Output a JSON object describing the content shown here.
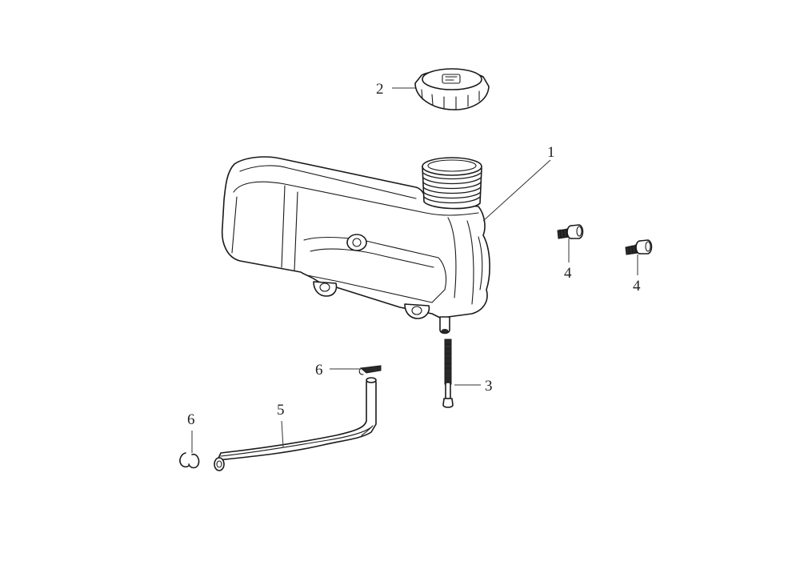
{
  "diagram": {
    "callouts": [
      {
        "id": "c1",
        "number": "1"
      },
      {
        "id": "c2",
        "number": "2"
      },
      {
        "id": "c3",
        "number": "3"
      },
      {
        "id": "c4a",
        "number": "4"
      },
      {
        "id": "c4b",
        "number": "4"
      },
      {
        "id": "c5",
        "number": "5"
      },
      {
        "id": "c6a",
        "number": "6"
      },
      {
        "id": "c6b",
        "number": "6"
      }
    ],
    "line_color": "#1a1a1a",
    "background": "#ffffff"
  }
}
